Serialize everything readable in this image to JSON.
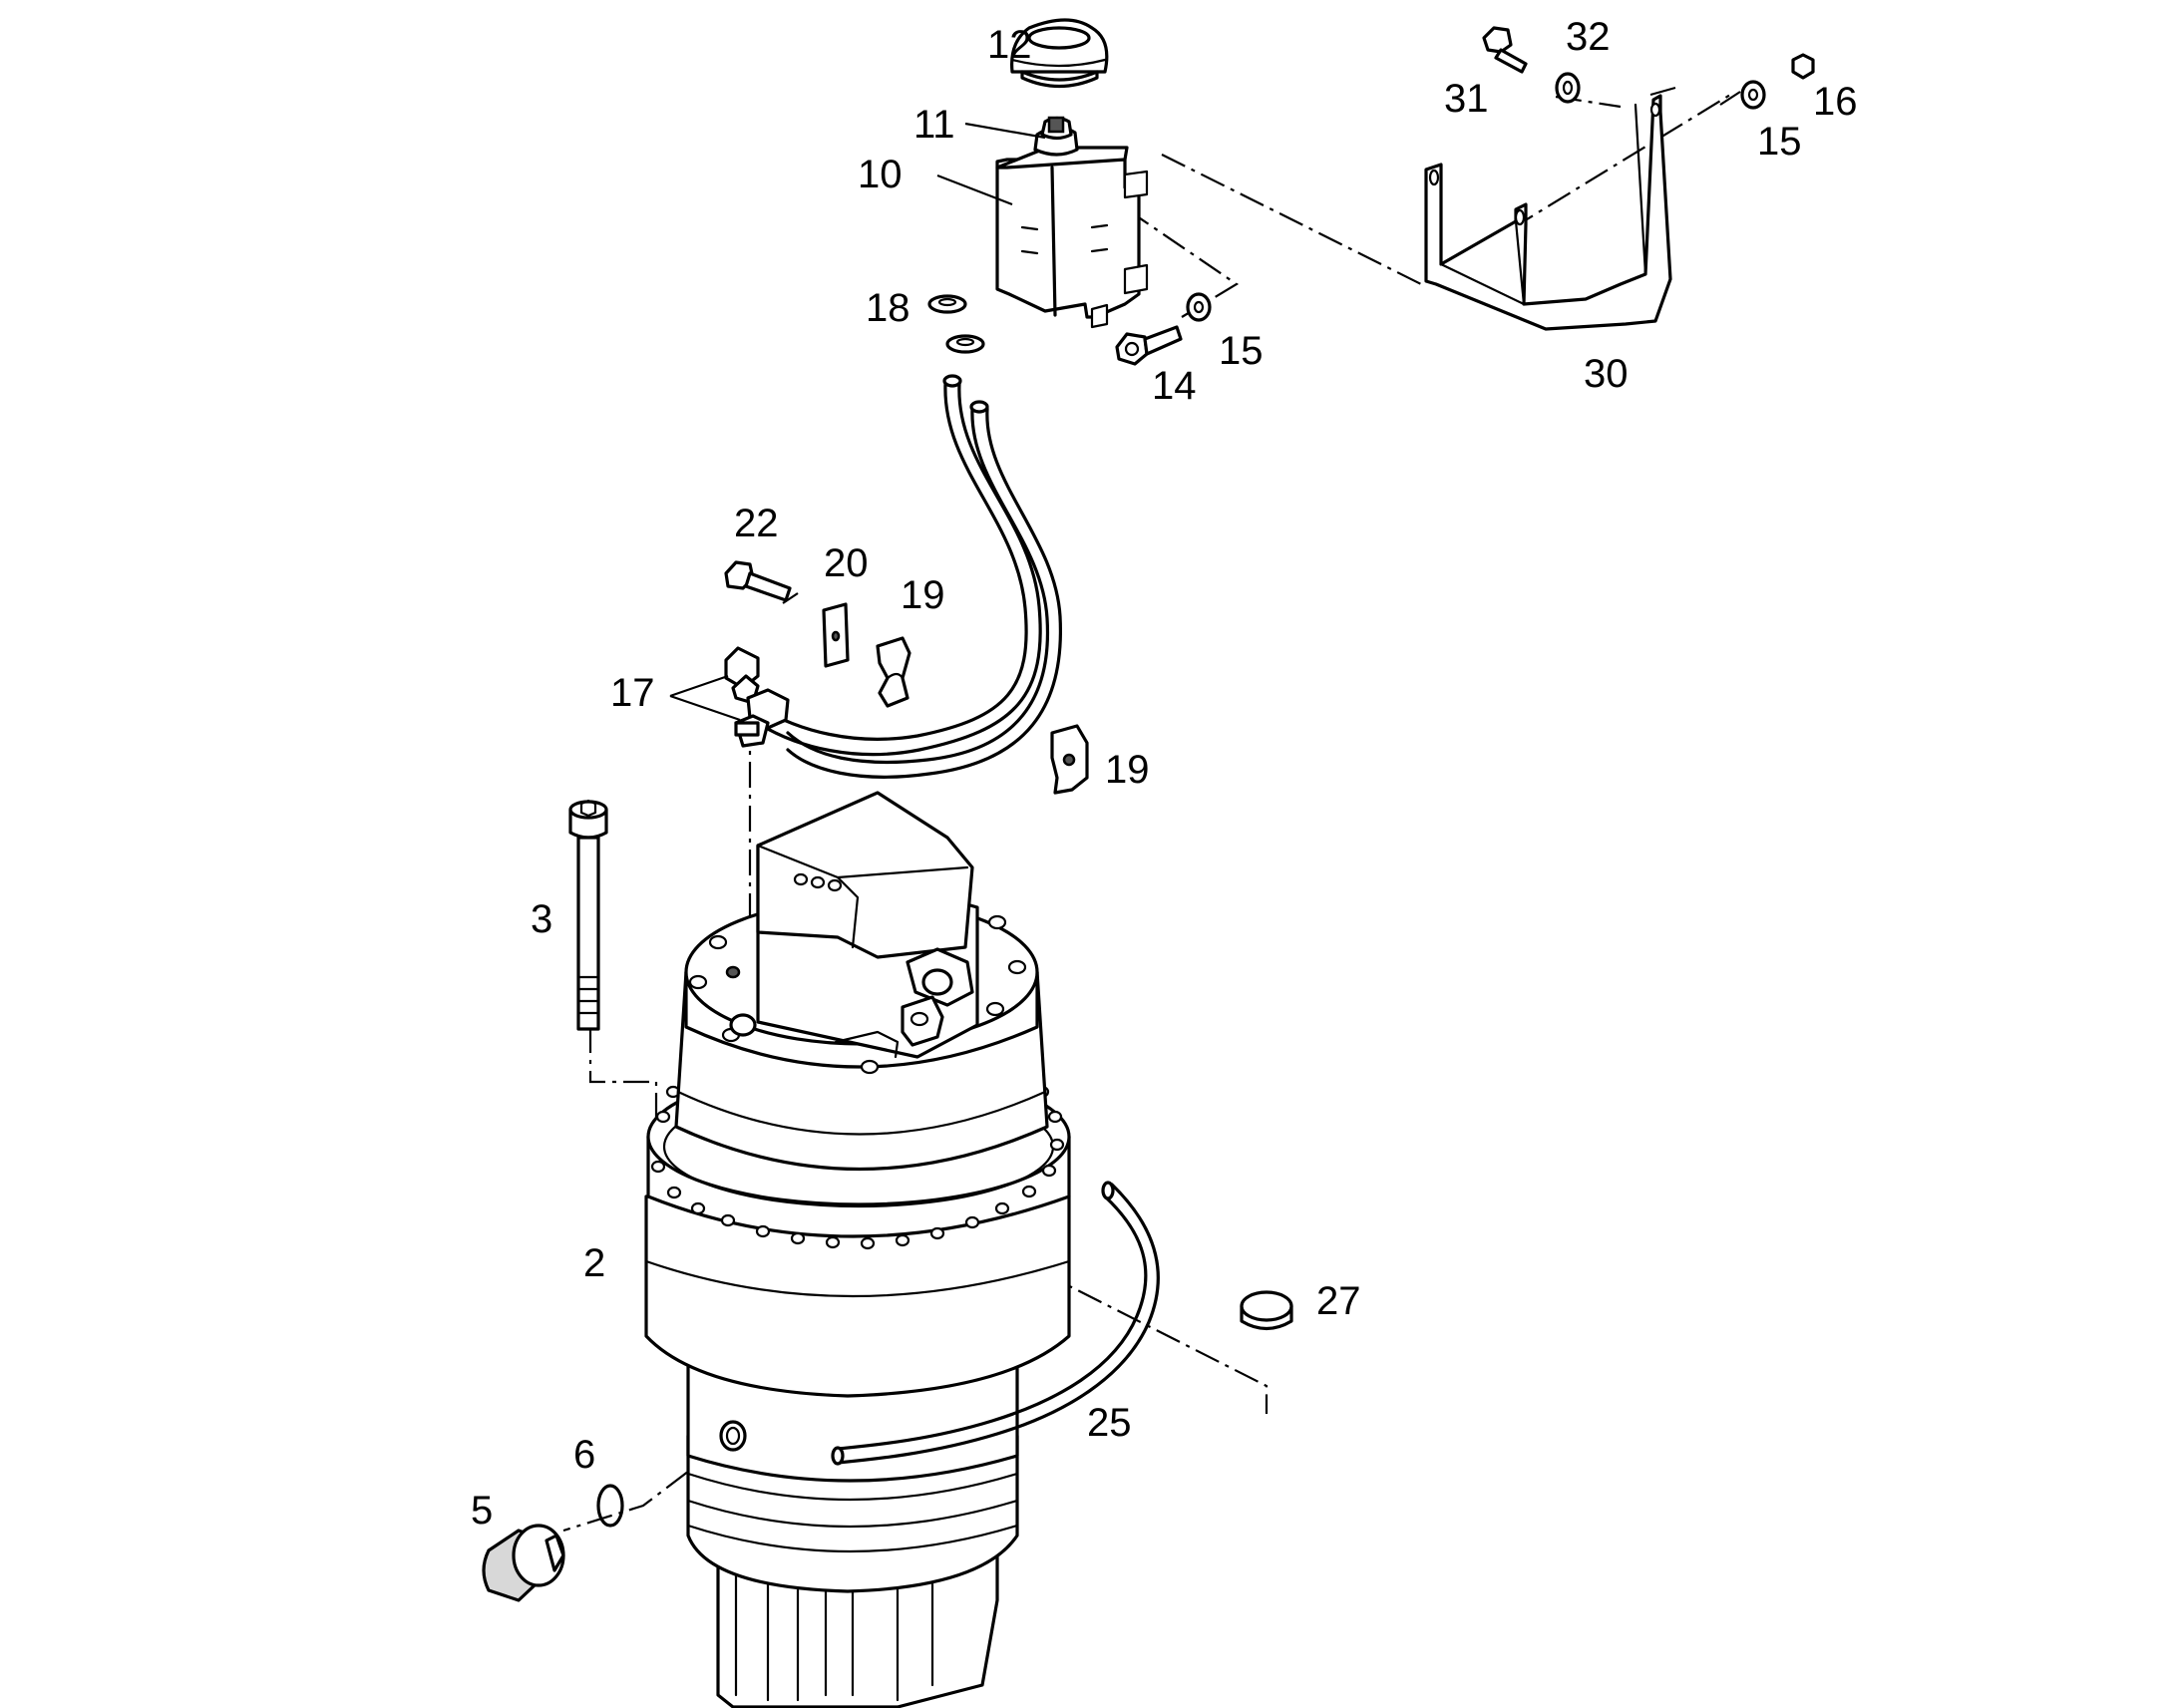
{
  "figure": {
    "part_labels": [
      "2",
      "3",
      "5",
      "6",
      "10",
      "11",
      "12",
      "14",
      "15",
      "15",
      "16",
      "17",
      "18",
      "19",
      "19",
      "20",
      "22",
      "25",
      "27",
      "30",
      "31",
      "32"
    ]
  }
}
